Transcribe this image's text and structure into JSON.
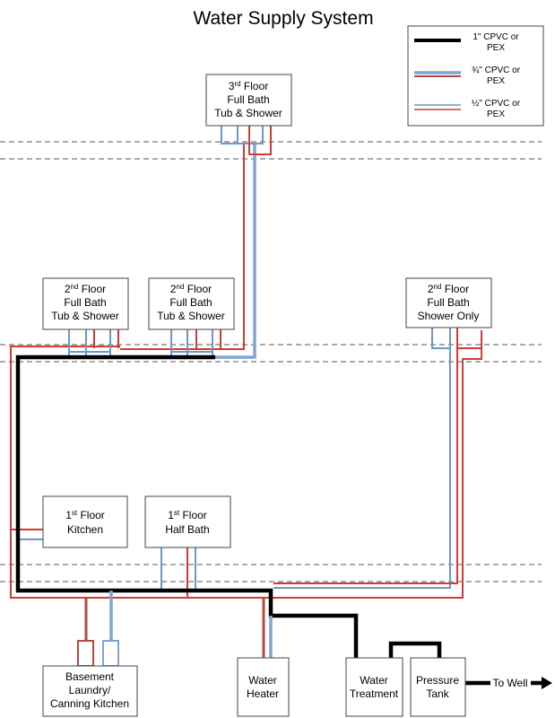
{
  "title": "Water Supply System",
  "legend": {
    "item1_line1": "1\" CPVC or",
    "item1_line2": "PEX",
    "item2_line1": "¾\" CPVC or",
    "item2_line2": "PEX",
    "item3_line1": "½\" CPVC or",
    "item3_line2": "PEX"
  },
  "fixtures": {
    "third_bath": {
      "floor_num": "3",
      "floor_sup": "rd",
      "floor_word": " Floor",
      "line2": "Full Bath",
      "line3": "Tub & Shower"
    },
    "second_bath_a": {
      "floor_num": "2",
      "floor_sup": "nd",
      "floor_word": " Floor",
      "line2": "Full Bath",
      "line3": "Tub & Shower"
    },
    "second_bath_b": {
      "floor_num": "2",
      "floor_sup": "nd",
      "floor_word": " Floor",
      "line2": "Full Bath",
      "line3": "Tub & Shower"
    },
    "second_bath_c": {
      "floor_num": "2",
      "floor_sup": "nd",
      "floor_word": " Floor",
      "line2": "Full Bath",
      "line3": "Shower Only"
    },
    "kitchen": {
      "floor_num": "1",
      "floor_sup": "st",
      "floor_word": " Floor",
      "line2": "Kitchen"
    },
    "half_bath": {
      "floor_num": "1",
      "floor_sup": "st",
      "floor_word": " Floor",
      "line2": "Half Bath"
    },
    "basement": {
      "line1": "Basement",
      "line2": "Laundry/",
      "line3": "Canning Kitchen"
    },
    "water_heater": {
      "line1": "Water",
      "line2": "Heater"
    },
    "water_treatment": {
      "line1": "Water",
      "line2": "Treatment"
    },
    "pressure_tank": {
      "line1": "Pressure",
      "line2": "Tank"
    }
  },
  "to_well": "To Well",
  "colors": {
    "hot": "#d43a35",
    "cold": "#6b98c9",
    "main": "#000000"
  }
}
